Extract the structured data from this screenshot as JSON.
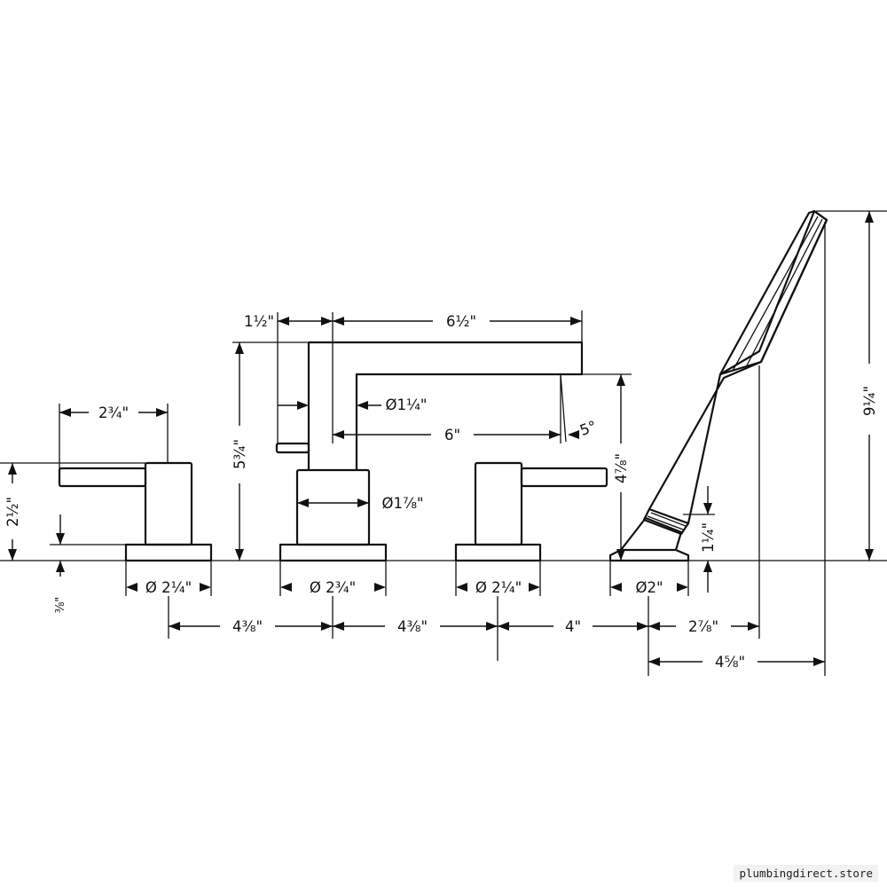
{
  "colors": {
    "line": "#111111",
    "background": "#ffffff"
  },
  "labels": {
    "left_handle_length": "2¾\"",
    "left_handle_height": "2½\"",
    "base_thickness": "⅜\"",
    "left_base_diameter": "Ø 2¼\"",
    "spout_offset": "1½\"",
    "spout_reach_total": "6½\"",
    "spout_height": "5¾\"",
    "spout_outlet_diameter": "Ø1¼\"",
    "spout_reach": "6\"",
    "spout_angle": "5°",
    "spout_body_diameter": "Ø1⅞\"",
    "spout_base_diameter": "Ø 2¾\"",
    "right_handle_height": "4⅞\"",
    "right_base_diameter": "Ø 2¼\"",
    "spacing_left_spout": "4⅜\"",
    "spacing_spout_right": "4⅜\"",
    "spacing_right_shower": "4\"",
    "shower_base_diameter": "Ø2\"",
    "shower_mount_height": "1¼\"",
    "shower_reach_near": "2⅞\"",
    "shower_reach_far": "4⅝\"",
    "shower_height": "9¼\""
  },
  "watermark": "plumbingdirect.store"
}
